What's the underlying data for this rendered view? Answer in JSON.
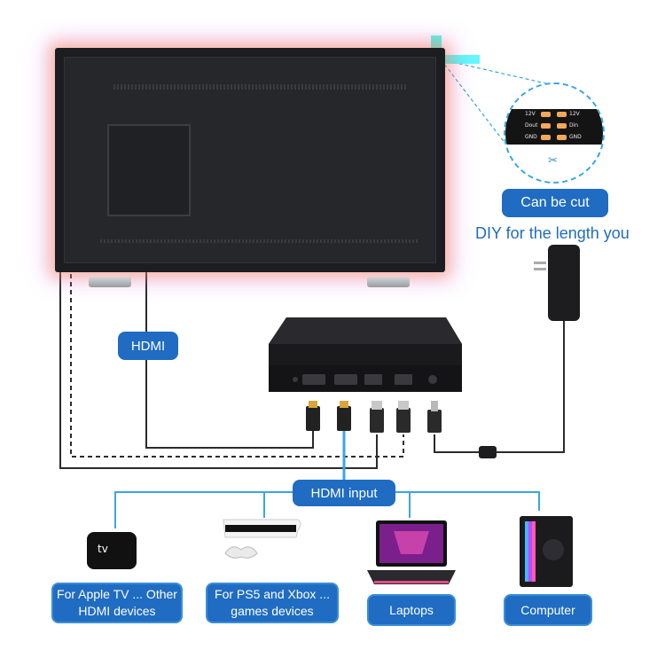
{
  "labels": {
    "can_be_cut": "Can be cut",
    "diy": "DIY for the length you",
    "hdmi": "HDMI",
    "hdmi_input": "HDMI input",
    "apple_tv": "For Apple TV ... Other HDMI devices",
    "ps5_xbox": "For PS5 and Xbox ... games devices",
    "laptops": "Laptops",
    "computer": "Computer"
  },
  "zoom": {
    "left_pins": [
      "12V",
      "Dout",
      "GND"
    ],
    "right_pins": [
      "12V",
      "Din",
      "GND"
    ]
  },
  "appletv_logo": "tv",
  "colors": {
    "accent": "#1f6cc2",
    "wire": "#2b2b2b",
    "hdmi_input_line": "#3ba6e0"
  }
}
